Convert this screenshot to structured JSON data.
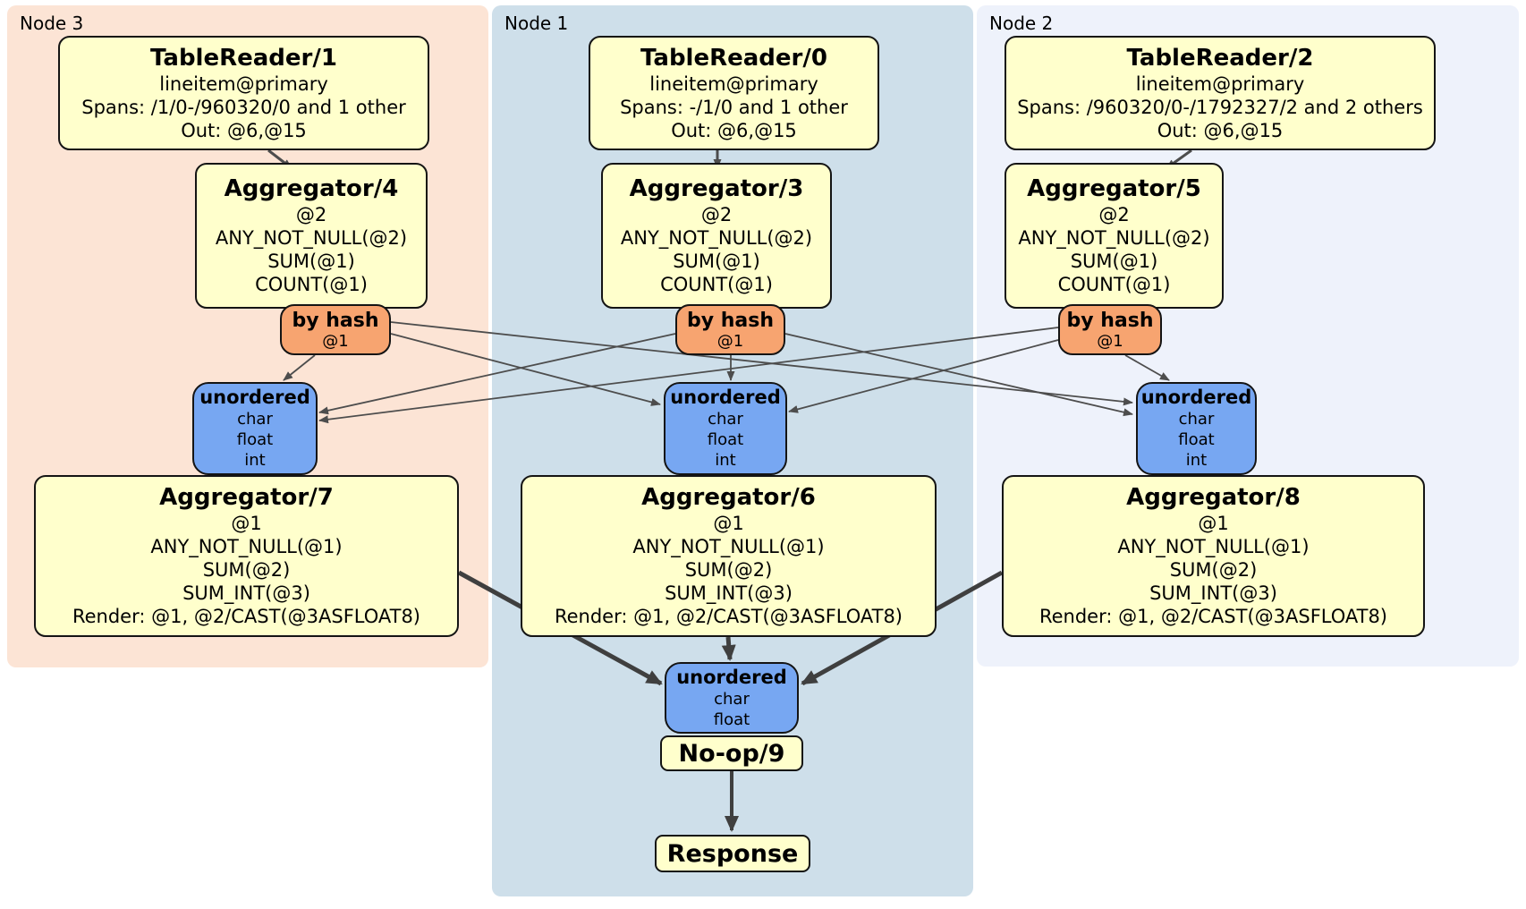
{
  "diagram": {
    "nodes": [
      {
        "label": "Node 3",
        "tablereader": {
          "title": "TableReader/1",
          "lines": [
            "lineitem@primary",
            "Spans: /1/0-/960320/0 and 1 other",
            "Out: @6,@15"
          ]
        },
        "aggregator_first": {
          "title": "Aggregator/4",
          "lines": [
            "@2",
            "ANY_NOT_NULL(@2)",
            "SUM(@1)",
            "COUNT(@1)"
          ]
        },
        "router": {
          "title": "by hash",
          "detail": "@1"
        },
        "sync": {
          "title": "unordered",
          "lines": [
            "char",
            "float",
            "int"
          ]
        },
        "aggregator_final": {
          "title": "Aggregator/7",
          "lines": [
            "@1",
            "ANY_NOT_NULL(@1)",
            "SUM(@2)",
            "SUM_INT(@3)",
            "Render: @1, @2/CAST(@3ASFLOAT8)"
          ]
        }
      },
      {
        "label": "Node 1",
        "tablereader": {
          "title": "TableReader/0",
          "lines": [
            "lineitem@primary",
            "Spans: -/1/0 and 1 other",
            "Out: @6,@15"
          ]
        },
        "aggregator_first": {
          "title": "Aggregator/3",
          "lines": [
            "@2",
            "ANY_NOT_NULL(@2)",
            "SUM(@1)",
            "COUNT(@1)"
          ]
        },
        "router": {
          "title": "by hash",
          "detail": "@1"
        },
        "sync": {
          "title": "unordered",
          "lines": [
            "char",
            "float",
            "int"
          ]
        },
        "aggregator_final": {
          "title": "Aggregator/6",
          "lines": [
            "@1",
            "ANY_NOT_NULL(@1)",
            "SUM(@2)",
            "SUM_INT(@3)",
            "Render: @1, @2/CAST(@3ASFLOAT8)"
          ]
        }
      },
      {
        "label": "Node 2",
        "tablereader": {
          "title": "TableReader/2",
          "lines": [
            "lineitem@primary",
            "Spans: /960320/0-/1792327/2 and 2 others",
            "Out: @6,@15"
          ]
        },
        "aggregator_first": {
          "title": "Aggregator/5",
          "lines": [
            "@2",
            "ANY_NOT_NULL(@2)",
            "SUM(@1)",
            "COUNT(@1)"
          ]
        },
        "router": {
          "title": "by hash",
          "detail": "@1"
        },
        "sync": {
          "title": "unordered",
          "lines": [
            "char",
            "float",
            "int"
          ]
        },
        "aggregator_final": {
          "title": "Aggregator/8",
          "lines": [
            "@1",
            "ANY_NOT_NULL(@1)",
            "SUM(@2)",
            "SUM_INT(@3)",
            "Render: @1, @2/CAST(@3ASFLOAT8)"
          ]
        }
      }
    ],
    "output": {
      "sync": {
        "title": "unordered",
        "lines": [
          "char",
          "float"
        ]
      },
      "noop": {
        "title": "No-op/9"
      },
      "response": {
        "title": "Response"
      }
    },
    "colors": {
      "node3_bg": "#fce4d5",
      "node1_bg": "#cedfea",
      "node2_bg": "#eef2fb",
      "processor_bg": "#ffffcc",
      "router_bg": "#f7a470",
      "sync_bg": "#77a7f2",
      "edge": "#4d4d4d"
    }
  }
}
